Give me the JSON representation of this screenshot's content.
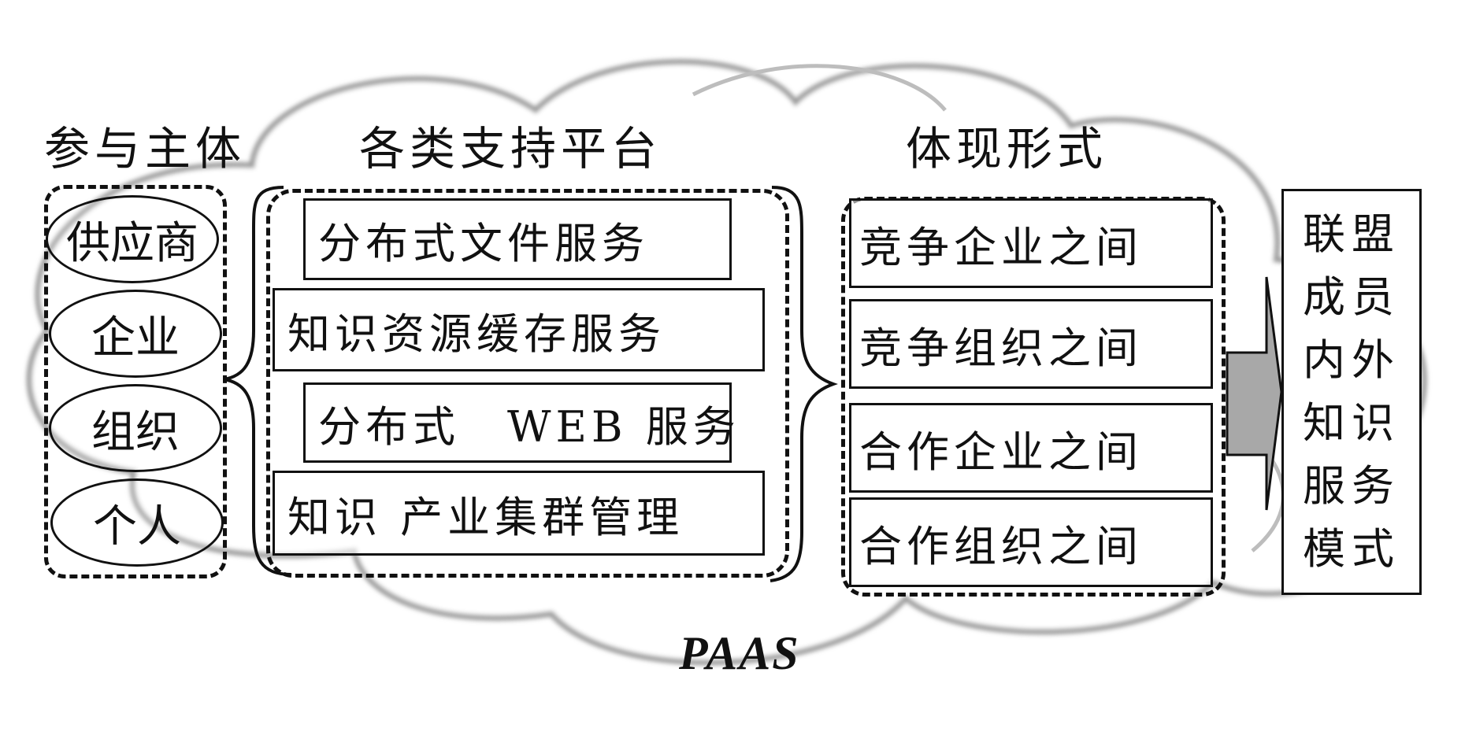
{
  "headers": {
    "participants": "参与主体",
    "platforms": "各类支持平台",
    "forms": "体现形式"
  },
  "participants": [
    "供应商",
    "企业",
    "组织",
    "个人"
  ],
  "platforms": [
    "分布式文件服务",
    "知识资源缓存服务",
    "分布式　WEB 服务",
    "知识 产业集群管理"
  ],
  "forms": [
    "竞争企业之间",
    "竞争组织之间",
    "合作企业之间",
    "合作组织之间"
  ],
  "result": [
    "联盟",
    "成员",
    "内外",
    "知识",
    "服务",
    "模式"
  ],
  "cloud_label": "PAAS"
}
